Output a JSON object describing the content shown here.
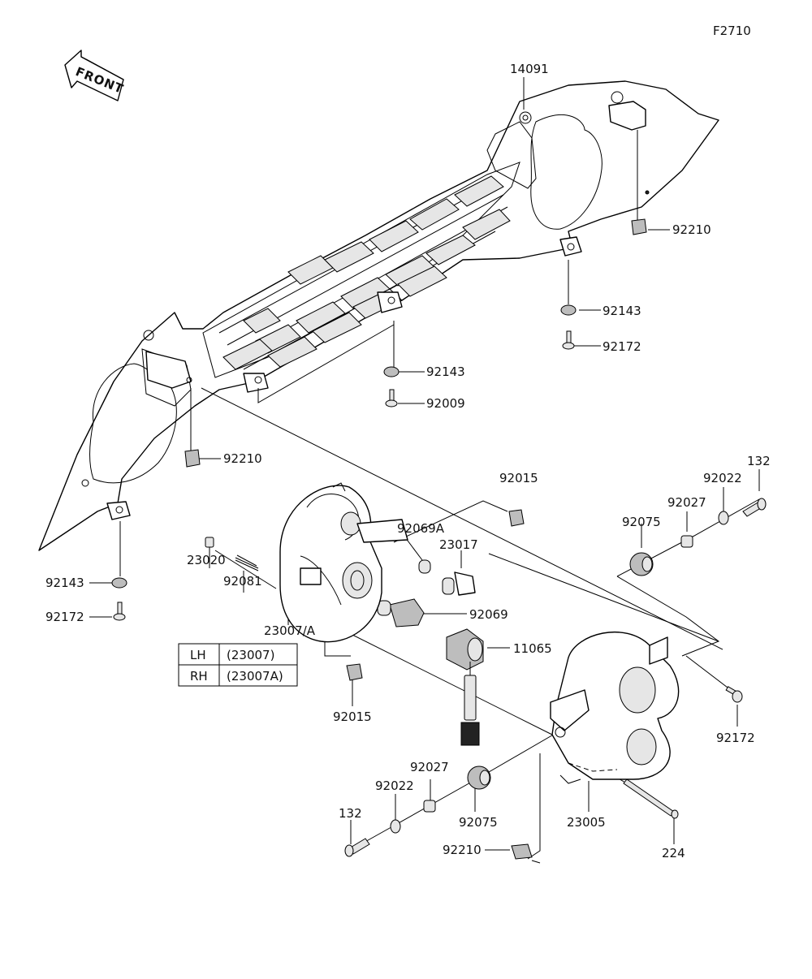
{
  "figure_code": "F2710",
  "front_label": "FRONT",
  "callouts": {
    "c14091": "14091",
    "c92210_top": "92210",
    "c92143_r": "92143",
    "c92172_r": "92172",
    "c92143_mid": "92143",
    "c92009": "92009",
    "c92210_left": "92210",
    "c92015_top": "92015",
    "c132_r": "132",
    "c92022_r": "92022",
    "c92027_r": "92027",
    "c92075_r": "92075",
    "c92069A": "92069A",
    "c23017": "23017",
    "c23020": "23020",
    "c92081": "92081",
    "c92069": "92069",
    "c11065": "11065",
    "c23007A": "23007/A",
    "c92143_l": "92143",
    "c92172_l": "92172",
    "c92015_bot": "92015",
    "c92172_br": "92172",
    "c92027_b": "92027",
    "c92022_b": "92022",
    "c132_b": "132",
    "c92075_b": "92075",
    "c23005": "23005",
    "c224": "224",
    "c92210_bot": "92210"
  },
  "table": {
    "rows": [
      {
        "side": "LH",
        "part": "(23007)"
      },
      {
        "side": "RH",
        "part": "(23007A)"
      }
    ]
  }
}
